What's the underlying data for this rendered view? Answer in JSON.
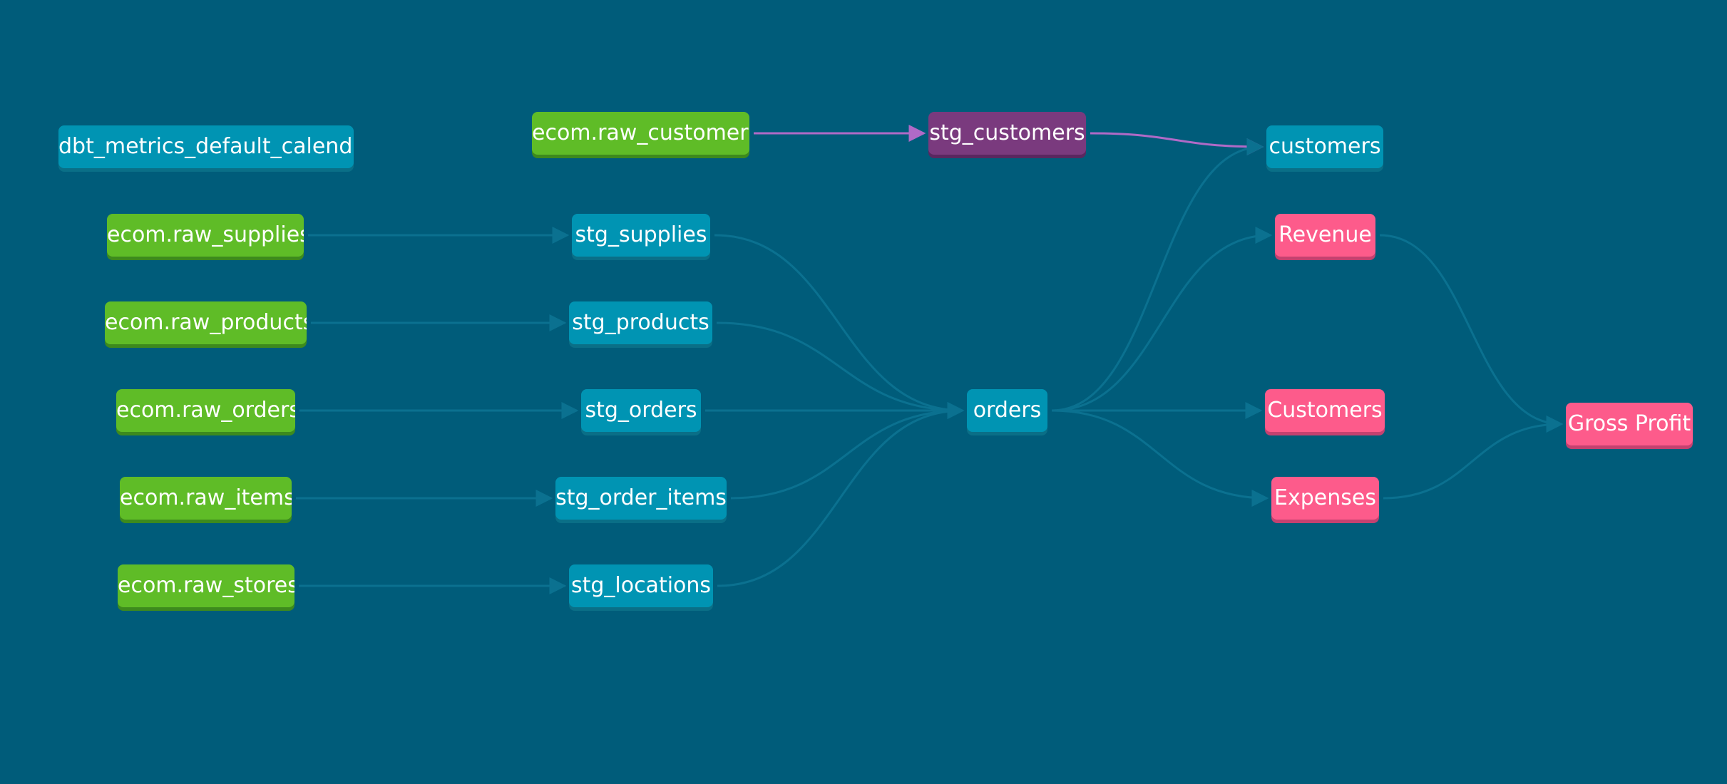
{
  "colors": {
    "background": "#005c7a",
    "source": "#5fbc27",
    "model": "#0094b3",
    "metric": "#fd5b8b",
    "selected": "#7a3a7e",
    "edge_default": "#0b7190",
    "edge_highlight": "#b06ac7"
  },
  "nodes": {
    "dbt_metrics_default_calendar": "dbt_metrics_default_calendar",
    "raw_customers": "ecom.raw_customers",
    "raw_supplies": "ecom.raw_supplies",
    "raw_products": "ecom.raw_products",
    "raw_orders": "ecom.raw_orders",
    "raw_items": "ecom.raw_items",
    "raw_stores": "ecom.raw_stores",
    "stg_customers": "stg_customers",
    "stg_supplies": "stg_supplies",
    "stg_products": "stg_products",
    "stg_orders": "stg_orders",
    "stg_order_items": "stg_order_items",
    "stg_locations": "stg_locations",
    "orders": "orders",
    "customers": "customers",
    "revenue": "Revenue",
    "customers_metric": "Customers",
    "expenses": "Expenses",
    "gross_profit": "Gross Profit"
  },
  "edges": [
    {
      "from": "raw_customers",
      "to": "stg_customers",
      "highlight": true
    },
    {
      "from": "stg_customers",
      "to": "customers",
      "highlight": true
    },
    {
      "from": "raw_supplies",
      "to": "stg_supplies",
      "highlight": false
    },
    {
      "from": "raw_products",
      "to": "stg_products",
      "highlight": false
    },
    {
      "from": "raw_orders",
      "to": "stg_orders",
      "highlight": false
    },
    {
      "from": "raw_items",
      "to": "stg_order_items",
      "highlight": false
    },
    {
      "from": "raw_stores",
      "to": "stg_locations",
      "highlight": false
    },
    {
      "from": "stg_supplies",
      "to": "orders",
      "highlight": false
    },
    {
      "from": "stg_products",
      "to": "orders",
      "highlight": false
    },
    {
      "from": "stg_orders",
      "to": "orders",
      "highlight": false
    },
    {
      "from": "stg_order_items",
      "to": "orders",
      "highlight": false
    },
    {
      "from": "stg_locations",
      "to": "orders",
      "highlight": false
    },
    {
      "from": "orders",
      "to": "customers",
      "highlight": false
    },
    {
      "from": "orders",
      "to": "revenue",
      "highlight": false
    },
    {
      "from": "orders",
      "to": "customers_metric",
      "highlight": false
    },
    {
      "from": "orders",
      "to": "expenses",
      "highlight": false
    },
    {
      "from": "revenue",
      "to": "gross_profit",
      "highlight": false
    },
    {
      "from": "expenses",
      "to": "gross_profit",
      "highlight": false
    }
  ]
}
